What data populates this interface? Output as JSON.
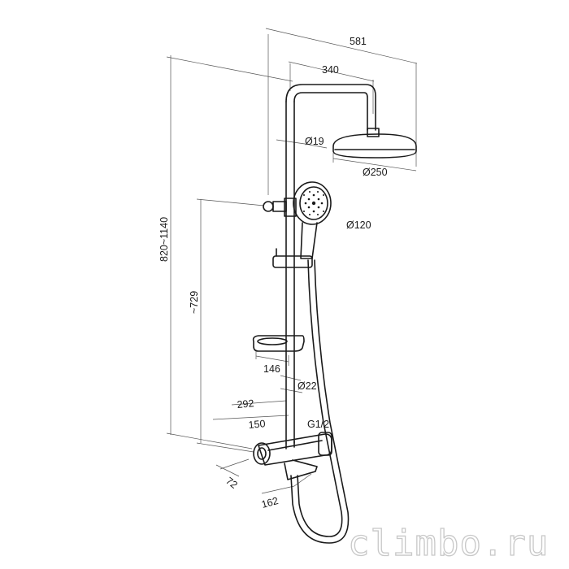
{
  "dimensions": {
    "overall_width": "581",
    "shower_arm": "340",
    "rail_diameter": "Ø19",
    "head_diameter": "Ø250",
    "hand_shower_diameter": "Ø120",
    "height_range": "820~1140",
    "holder_height": "~729",
    "shelf_width": "146",
    "pipe_diameter": "Ø22",
    "mixer_depth": "292",
    "wall_offset": "150",
    "connection": "G1/2",
    "handle_depth": "72",
    "spout_length": "162"
  },
  "watermark": "climbo.ru"
}
